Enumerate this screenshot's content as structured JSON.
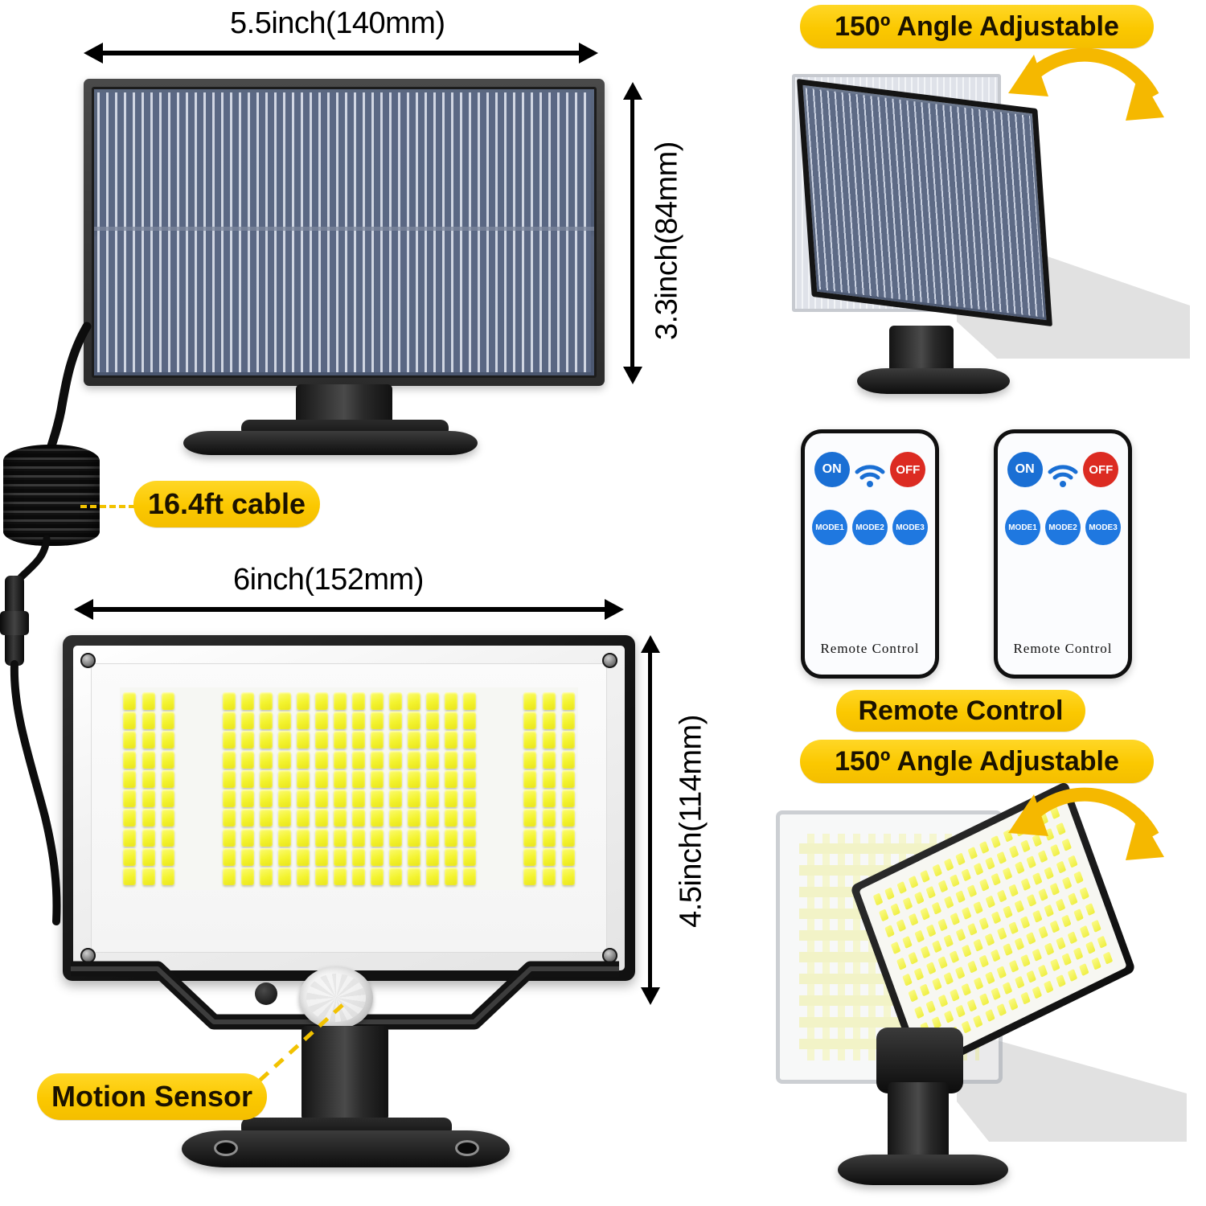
{
  "product": {
    "type": "solar-motion-sensor-led-flood-light-infographic"
  },
  "dimensions": {
    "solar_panel_width": "5.5inch(140mm)",
    "solar_panel_height": "3.3inch(84mm)",
    "lamp_width": "6inch(152mm)",
    "lamp_height": "4.5inch(114mm)"
  },
  "callouts": {
    "cable": "16.4ft cable",
    "motion_sensor": "Motion Sensor"
  },
  "features": {
    "panel_angle": "150º Angle Adjustable",
    "remote_label": "Remote Control",
    "lamp_angle": "150º Angle Adjustable"
  },
  "remote": {
    "caption": "Remote Control",
    "buttons_top": [
      {
        "label": "ON",
        "color": "#1a6fd4",
        "kind": "round"
      },
      {
        "label": "",
        "color": "#1a6fd4",
        "kind": "wifi-icon"
      },
      {
        "label": "OFF",
        "color": "#dc2b22",
        "kind": "round"
      }
    ],
    "buttons_bottom": [
      {
        "label": "MODE1",
        "color": "#1f78e0"
      },
      {
        "label": "MODE2",
        "color": "#1f78e0"
      },
      {
        "label": "MODE3",
        "color": "#1f78e0"
      }
    ]
  },
  "led_panel": {
    "rows": 10,
    "left_group": 3,
    "mid_group": 14,
    "right_group": 3,
    "total_leds": 200
  },
  "colors": {
    "badge_yellow": "#FFD11A",
    "badge_text": "#1b1200",
    "arrow_yellow": "#F5B800",
    "led_yellow": "#f3f32e",
    "body_black": "#111111",
    "panel_blue": "#4e5a72",
    "button_blue": "#1f78e0",
    "button_red": "#dc2b22"
  }
}
